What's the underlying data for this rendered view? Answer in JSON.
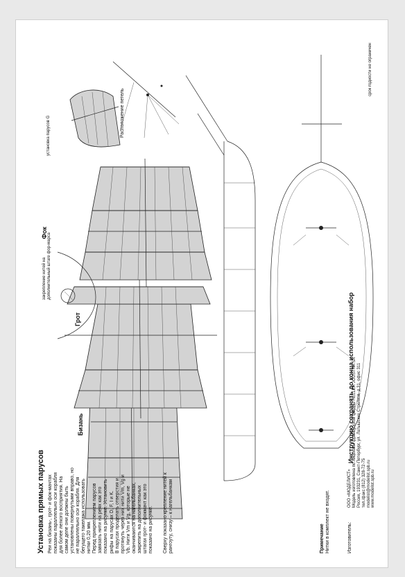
{
  "title": "Установка прямых парусов",
  "body_lines": [
    "Реи на бизань-, грот- и фок-мачтах",
    "показаны параллельно оси корабля",
    "для более легкого восприятия. На",
    "самом деле они должны быть",
    "установлены повернутыми вправо, но",
    "не параллельно оси корабля. Для",
    "бегущего такелажа использовать",
    "нитки 0,20 мм.",
    "Перед прикреплением парусов",
    "завязать нити на реях как это",
    "показано на рисунке. Установить",
    "рифы на парусах D, F, I и K.",
    "В парусах проделать отверстия и",
    "протянуть через них нити Vm, Vg и",
    "Vb. Нити Vm и Vg, которые не",
    "оканчиваются на нагельбанках,",
    "закрепить на дополнительных",
    "штагах грот- и фокмачт как это",
    "показано на рисунке."
  ],
  "caption_lines": [
    "Сверху показано крепление нитей к",
    "рангоуту, снизу – к нагельбанкам"
  ],
  "mast_labels": {
    "mizzen": "Бизань",
    "main": "Грот",
    "fore": "Фок"
  },
  "fore_detail_lines": [
    "закрепление нитей на",
    "дополнительный штаге фор-марса"
  ],
  "sail_detail_label": "установка парусов G",
  "hatch_label": "Расположение петель",
  "instruction": "Инструкцию сохранять до конца использования набор",
  "note_title": "Примечание",
  "note_text": "Нитки в комплект не входят.",
  "manufacturer_label": "Изготовитель:",
  "manufacturer_lines": [
    "ООО «МОДЕЛИСТ»",
    "Модель изготовлена по лицензии французской фирмы HELLER JOUSTRA SA",
    "Россия, 193231, Санкт-Петербург, ул. Латышских Стрелков, д.31, офис 311",
    "тел./факс (812) 328-72-75",
    "modelist@modelist.spb.ru",
    "www.modelist.spb.ru"
  ],
  "validity": "срок годности не ограничен"
}
